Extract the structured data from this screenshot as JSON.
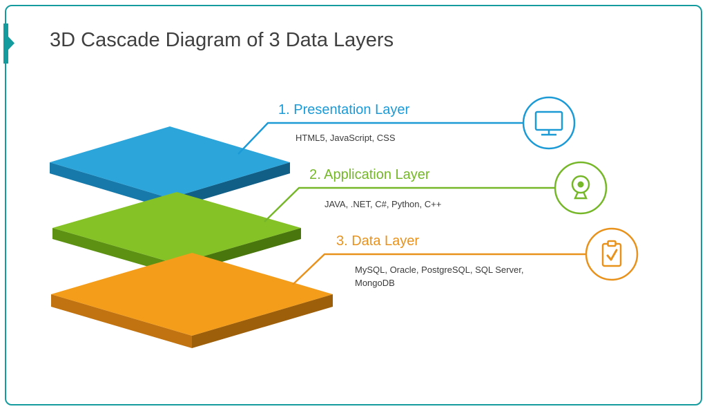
{
  "slide": {
    "title": "3D Cascade Diagram of 3 Data Layers"
  },
  "accent": {
    "teal": "#149B9E"
  },
  "layers": [
    {
      "name": "presentation",
      "title": "1. Presentation Layer",
      "technologies": "HTML5, JavaScript, CSS",
      "color": "#1C9AD6",
      "top_color": "#2CA5DB",
      "side_left_color": "#1679A9",
      "side_right_color": "#115E87",
      "icon": "monitor-icon"
    },
    {
      "name": "application",
      "title": "2. Application Layer",
      "technologies": "JAVA, .NET, C#, Python, C++",
      "color": "#76B72A",
      "top_color": "#84C225",
      "side_left_color": "#5C9113",
      "side_right_color": "#4A770D",
      "icon": "target-pin-icon"
    },
    {
      "name": "data",
      "title": "3. Data Layer",
      "technologies": "MySQL, Oracle, PostgreSQL, SQL Server, MongoDB",
      "color": "#E8921C",
      "top_color": "#F49D1A",
      "side_left_color": "#C07310",
      "side_right_color": "#9E5F0B",
      "icon": "clipboard-check-icon"
    }
  ]
}
